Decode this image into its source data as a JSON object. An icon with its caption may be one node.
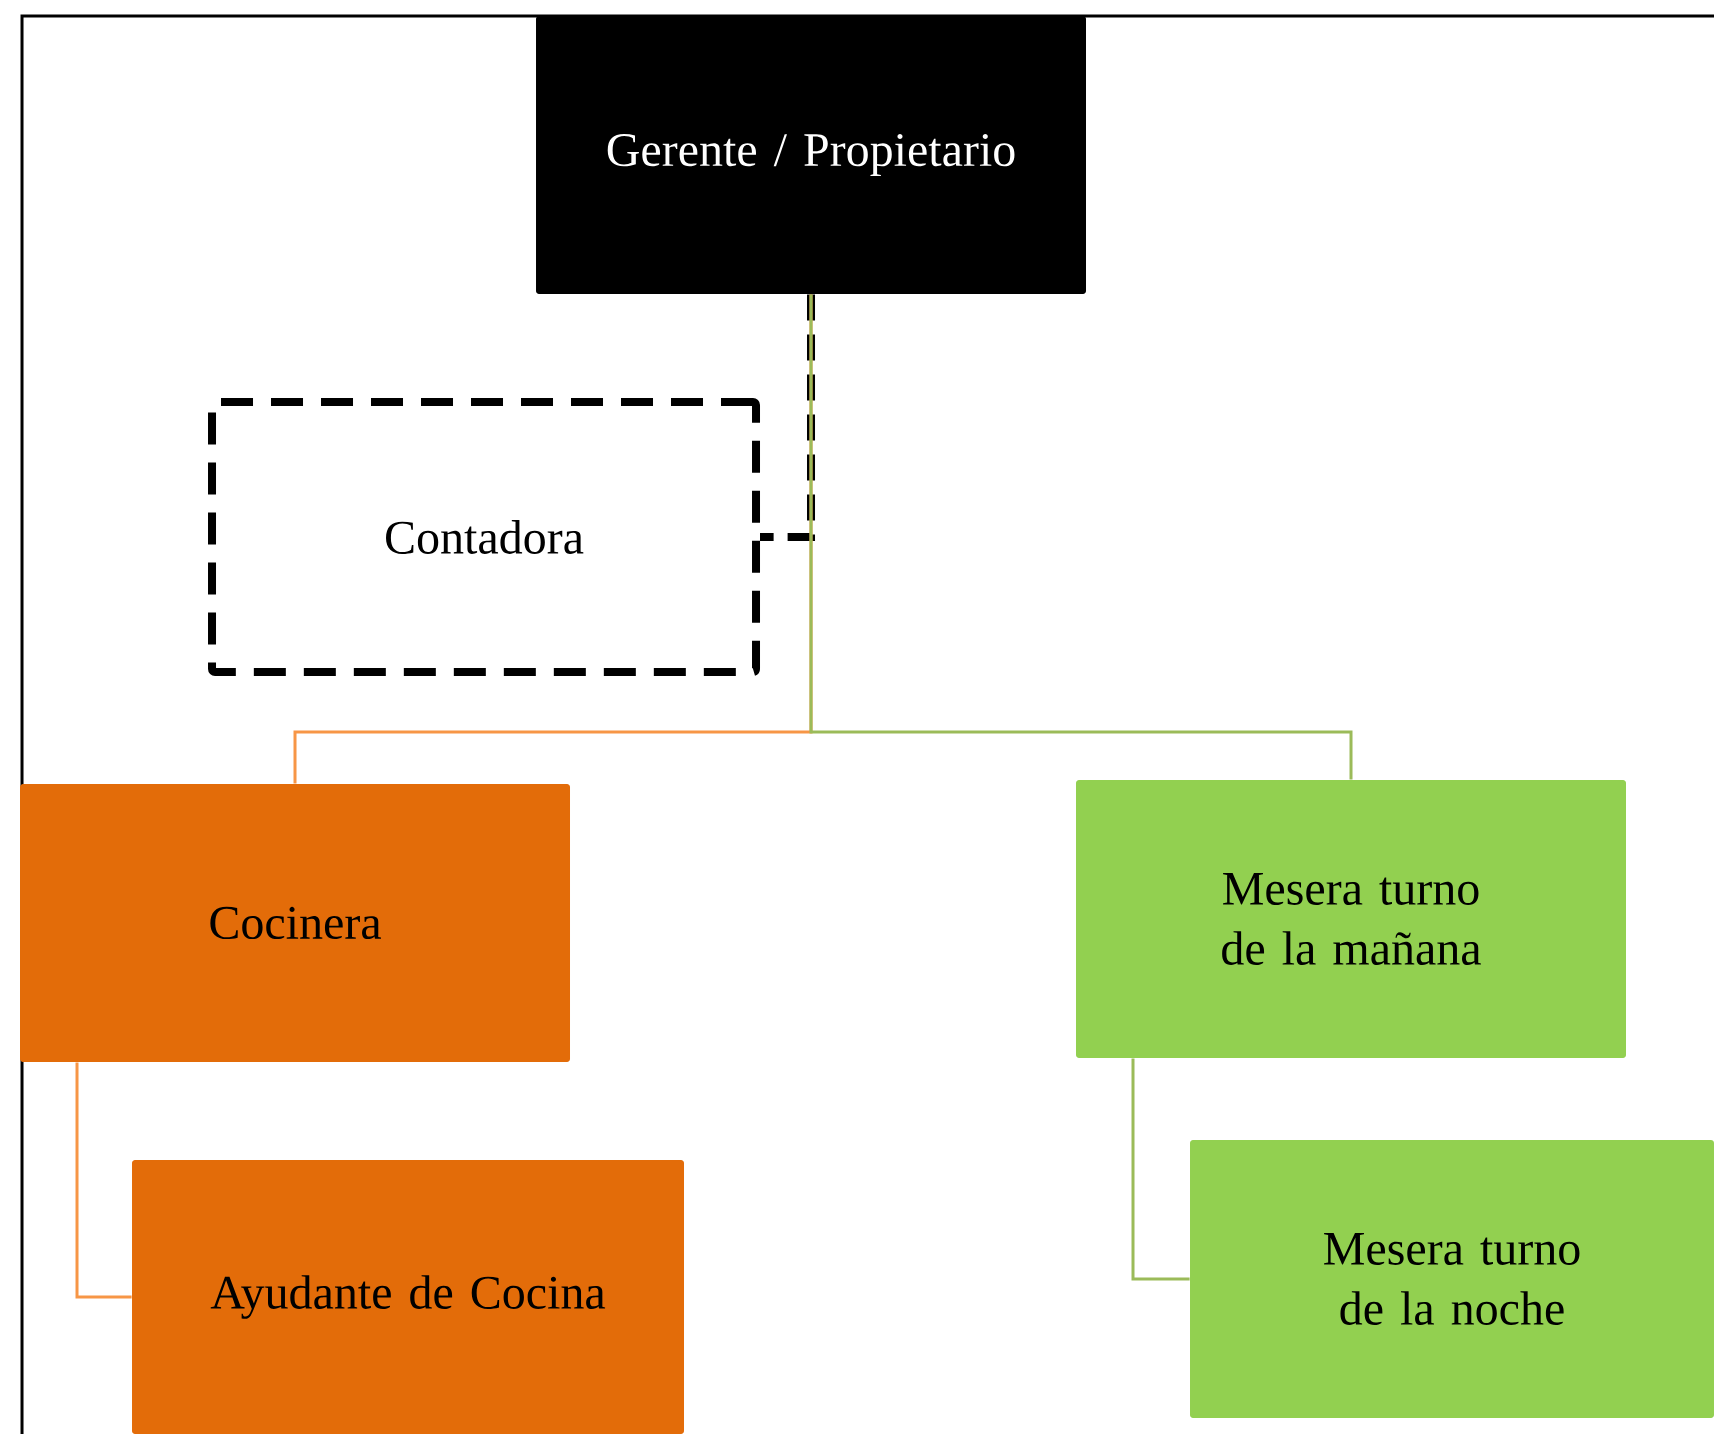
{
  "diagram": {
    "nodes": [
      {
        "text": [
          "Gerente / Propietario"
        ]
      },
      {
        "text": [
          "Contadora"
        ]
      },
      {
        "text": [
          "Cocinera"
        ]
      },
      {
        "text": [
          "Ayudante de Cocina"
        ]
      },
      {
        "text": [
          "Mesera turno de la mañana"
        ]
      },
      {
        "text": [
          "Mesera turno de la noche"
        ]
      }
    ],
    "edges": [
      {
        "from": 0,
        "to": 1,
        "arrow": "none",
        "style": "dashed",
        "color": "#000000"
      },
      {
        "from": 0,
        "to": 2,
        "arrow": "none",
        "color": "#f79646"
      },
      {
        "from": 0,
        "to": 4,
        "arrow": "none",
        "color": "#9bbb59"
      },
      {
        "from": 2,
        "to": 3,
        "arrow": "none",
        "color": "#f79646"
      },
      {
        "from": 4,
        "to": 5,
        "arrow": "none",
        "color": "#9bbb59"
      }
    ]
  }
}
